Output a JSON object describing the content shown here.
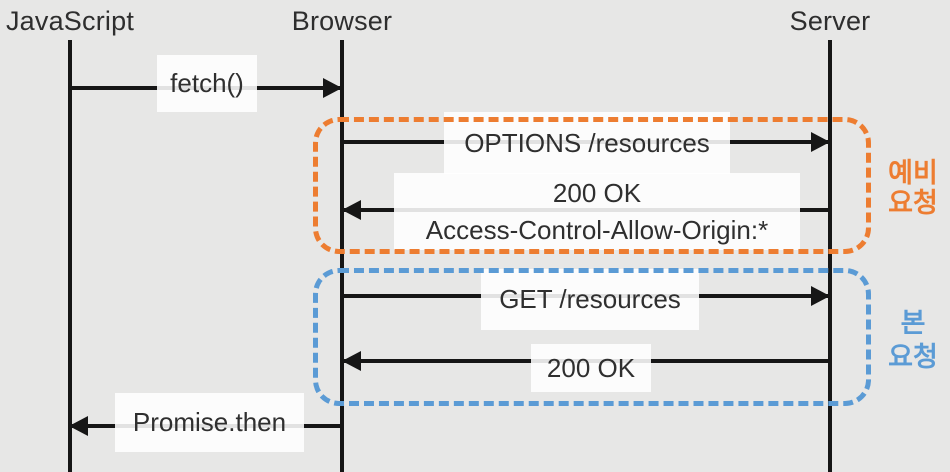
{
  "title": "CORS preflight sequence diagram",
  "colors": {
    "background": "#e7e7e6",
    "line": "#161616",
    "text": "#2f2f2f",
    "preflight_accent": "#ED7D31",
    "main_accent": "#5B9BD5"
  },
  "actors": [
    {
      "label": "JavaScript"
    },
    {
      "label": "Browser"
    },
    {
      "label": "Server"
    }
  ],
  "messages": [
    {
      "label": "fetch()",
      "from": "JavaScript",
      "to": "Browser",
      "direction": "right"
    },
    {
      "label": "OPTIONS /resources",
      "from": "Browser",
      "to": "Server",
      "direction": "right"
    },
    {
      "label_line1": "200 OK",
      "label_line2": "Access-Control-Allow-Origin:*",
      "from": "Server",
      "to": "Browser",
      "direction": "left"
    },
    {
      "label": "GET /resources",
      "from": "Browser",
      "to": "Server",
      "direction": "right"
    },
    {
      "label": "200 OK",
      "from": "Server",
      "to": "Browser",
      "direction": "left"
    },
    {
      "label": "Promise.then",
      "from": "Browser",
      "to": "JavaScript",
      "direction": "left"
    }
  ],
  "groups": [
    {
      "line1": "예비",
      "line2": "요청",
      "accent": "#ED7D31",
      "contains": [
        "OPTIONS /resources",
        "200 OK Access-Control-Allow-Origin:*"
      ]
    },
    {
      "line1": "본",
      "line2": "요청",
      "accent": "#5B9BD5",
      "contains": [
        "GET /resources",
        "200 OK"
      ]
    }
  ]
}
